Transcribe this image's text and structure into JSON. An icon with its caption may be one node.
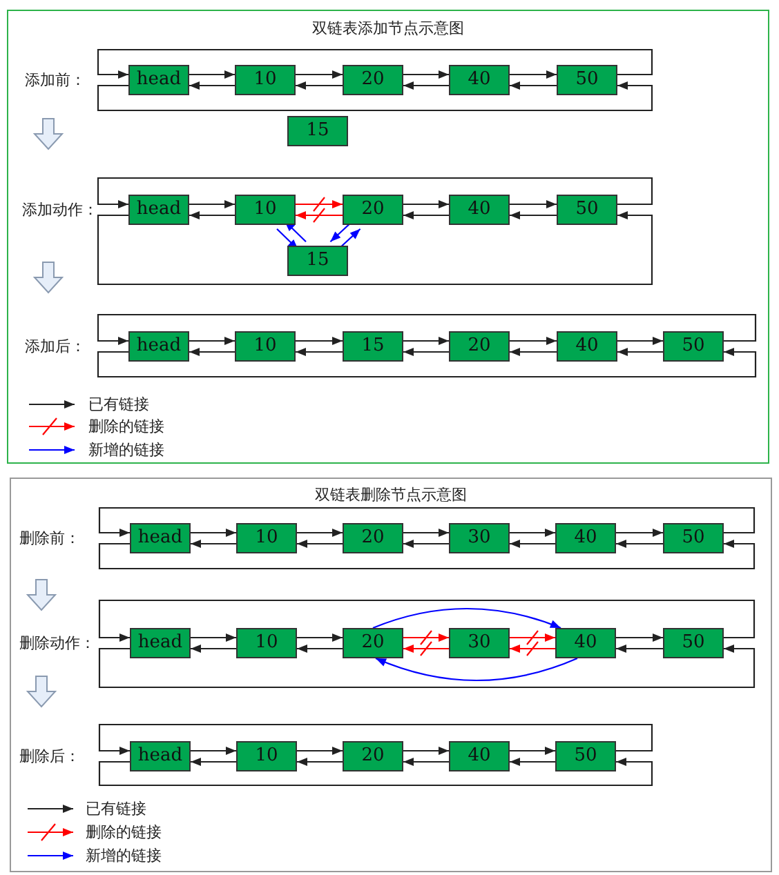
{
  "diagram": {
    "nodes": [
      {
        "text": [
          "双链表添加节点示意图"
        ]
      },
      {
        "text": [
          "head"
        ],
        "in": 0
      },
      {
        "text": [
          "10"
        ],
        "in": 0
      },
      {
        "text": [
          "20"
        ],
        "in": 0
      },
      {
        "text": [
          "40"
        ],
        "in": 0
      },
      {
        "text": [
          "50"
        ],
        "in": 0
      },
      {
        "text": [
          "15"
        ],
        "in": 0
      },
      {
        "text": [
          "head"
        ],
        "in": 0
      },
      {
        "text": [
          "10"
        ],
        "in": 0
      },
      {
        "text": [
          "20"
        ],
        "in": 0
      },
      {
        "text": [
          "40"
        ],
        "in": 0
      },
      {
        "text": [
          "50"
        ],
        "in": 0
      },
      {
        "text": [
          "15"
        ],
        "in": 0
      },
      {
        "text": [
          "head"
        ],
        "in": 0
      },
      {
        "text": [
          "10"
        ],
        "in": 0
      },
      {
        "text": [
          "15"
        ],
        "in": 0
      },
      {
        "text": [
          "20"
        ],
        "in": 0
      },
      {
        "text": [
          "40"
        ],
        "in": 0
      },
      {
        "text": [
          "50"
        ],
        "in": 0
      },
      {
        "text": [
          "双链表删除节点示意图"
        ]
      },
      {
        "text": [
          "head"
        ],
        "in": 19
      },
      {
        "text": [
          "10"
        ],
        "in": 19
      },
      {
        "text": [
          "20"
        ],
        "in": 19
      },
      {
        "text": [
          "30"
        ],
        "in": 19
      },
      {
        "text": [
          "40"
        ],
        "in": 19
      },
      {
        "text": [
          "50"
        ],
        "in": 19
      },
      {
        "text": [
          "head"
        ],
        "in": 19
      },
      {
        "text": [
          "10"
        ],
        "in": 19
      },
      {
        "text": [
          "20"
        ],
        "in": 19
      },
      {
        "text": [
          "30"
        ],
        "in": 19
      },
      {
        "text": [
          "40"
        ],
        "in": 19
      },
      {
        "text": [
          "50"
        ],
        "in": 19
      },
      {
        "text": [
          "head"
        ],
        "in": 19
      },
      {
        "text": [
          "10"
        ],
        "in": 19
      },
      {
        "text": [
          "20"
        ],
        "in": 19
      },
      {
        "text": [
          "40"
        ],
        "in": 19
      },
      {
        "text": [
          "50"
        ],
        "in": 19
      }
    ],
    "edges": [
      {
        "from": 1,
        "to": 2,
        "arrow": "to"
      },
      {
        "from": 2,
        "to": 1,
        "arrow": "to"
      },
      {
        "from": 2,
        "to": 3,
        "arrow": "to"
      },
      {
        "from": 3,
        "to": 2,
        "arrow": "to"
      },
      {
        "from": 3,
        "to": 4,
        "arrow": "to"
      },
      {
        "from": 4,
        "to": 3,
        "arrow": "to"
      },
      {
        "from": 4,
        "to": 5,
        "arrow": "to"
      },
      {
        "from": 5,
        "to": 4,
        "arrow": "to"
      },
      {
        "from": 5,
        "to": 1,
        "arrow": "to"
      },
      {
        "from": 1,
        "to": 5,
        "arrow": "to"
      },
      {
        "from": 7,
        "to": 8,
        "arrow": "to"
      },
      {
        "from": 8,
        "to": 7,
        "arrow": "to"
      },
      {
        "from": 8,
        "to": 9,
        "arrow": "to",
        "color": "#ff0000"
      },
      {
        "from": 9,
        "to": 8,
        "arrow": "to",
        "color": "#ff0000"
      },
      {
        "from": 9,
        "to": 10,
        "arrow": "to"
      },
      {
        "from": 10,
        "to": 9,
        "arrow": "to"
      },
      {
        "from": 10,
        "to": 11,
        "arrow": "to"
      },
      {
        "from": 11,
        "to": 10,
        "arrow": "to"
      },
      {
        "from": 11,
        "to": 7,
        "arrow": "to"
      },
      {
        "from": 7,
        "to": 11,
        "arrow": "to"
      },
      {
        "from": 8,
        "to": 12,
        "arrow": "to",
        "color": "#0000ff"
      },
      {
        "from": 12,
        "to": 8,
        "arrow": "to",
        "color": "#0000ff"
      },
      {
        "from": 9,
        "to": 12,
        "arrow": "to",
        "color": "#0000ff"
      },
      {
        "from": 12,
        "to": 9,
        "arrow": "to",
        "color": "#0000ff"
      },
      {
        "from": 13,
        "to": 14,
        "arrow": "to"
      },
      {
        "from": 14,
        "to": 13,
        "arrow": "to"
      },
      {
        "from": 14,
        "to": 15,
        "arrow": "to"
      },
      {
        "from": 15,
        "to": 14,
        "arrow": "to"
      },
      {
        "from": 15,
        "to": 16,
        "arrow": "to"
      },
      {
        "from": 16,
        "to": 15,
        "arrow": "to"
      },
      {
        "from": 16,
        "to": 17,
        "arrow": "to"
      },
      {
        "from": 17,
        "to": 16,
        "arrow": "to"
      },
      {
        "from": 17,
        "to": 18,
        "arrow": "to"
      },
      {
        "from": 18,
        "to": 17,
        "arrow": "to"
      },
      {
        "from": 18,
        "to": 13,
        "arrow": "to"
      },
      {
        "from": 13,
        "to": 18,
        "arrow": "to"
      },
      {
        "from": 20,
        "to": 21,
        "arrow": "to"
      },
      {
        "from": 21,
        "to": 20,
        "arrow": "to"
      },
      {
        "from": 21,
        "to": 22,
        "arrow": "to"
      },
      {
        "from": 22,
        "to": 21,
        "arrow": "to"
      },
      {
        "from": 22,
        "to": 23,
        "arrow": "to"
      },
      {
        "from": 23,
        "to": 22,
        "arrow": "to"
      },
      {
        "from": 23,
        "to": 24,
        "arrow": "to"
      },
      {
        "from": 24,
        "to": 23,
        "arrow": "to"
      },
      {
        "from": 24,
        "to": 25,
        "arrow": "to"
      },
      {
        "from": 25,
        "to": 24,
        "arrow": "to"
      },
      {
        "from": 25,
        "to": 20,
        "arrow": "to"
      },
      {
        "from": 20,
        "to": 25,
        "arrow": "to"
      },
      {
        "from": 26,
        "to": 27,
        "arrow": "to"
      },
      {
        "from": 27,
        "to": 26,
        "arrow": "to"
      },
      {
        "from": 27,
        "to": 28,
        "arrow": "to"
      },
      {
        "from": 28,
        "to": 27,
        "arrow": "to"
      },
      {
        "from": 28,
        "to": 29,
        "arrow": "to",
        "color": "#ff0000"
      },
      {
        "from": 29,
        "to": 28,
        "arrow": "to",
        "color": "#ff0000"
      },
      {
        "from": 29,
        "to": 30,
        "arrow": "to",
        "color": "#ff0000"
      },
      {
        "from": 30,
        "to": 29,
        "arrow": "to",
        "color": "#ff0000"
      },
      {
        "from": 30,
        "to": 31,
        "arrow": "to"
      },
      {
        "from": 31,
        "to": 30,
        "arrow": "to"
      },
      {
        "from": 31,
        "to": 26,
        "arrow": "to"
      },
      {
        "from": 26,
        "to": 31,
        "arrow": "to"
      },
      {
        "from": 28,
        "to": 30,
        "arrow": "to",
        "color": "#0000ff"
      },
      {
        "from": 30,
        "to": 28,
        "arrow": "to",
        "color": "#0000ff"
      },
      {
        "from": 32,
        "to": 33,
        "arrow": "to"
      },
      {
        "from": 33,
        "to": 32,
        "arrow": "to"
      },
      {
        "from": 33,
        "to": 34,
        "arrow": "to"
      },
      {
        "from": 34,
        "to": 33,
        "arrow": "to"
      },
      {
        "from": 34,
        "to": 35,
        "arrow": "to"
      },
      {
        "from": 35,
        "to": 34,
        "arrow": "to"
      },
      {
        "from": 35,
        "to": 36,
        "arrow": "to"
      },
      {
        "from": 36,
        "to": 35,
        "arrow": "to"
      },
      {
        "from": 36,
        "to": 32,
        "arrow": "to"
      },
      {
        "from": 32,
        "to": 36,
        "arrow": "to"
      }
    ],
    "labels": [
      "添加前：",
      "添加动作：",
      "添加后：",
      "删除前：",
      "删除动作：",
      "删除后："
    ],
    "legend": [
      {
        "text": "已有链接"
      },
      {
        "text": "删除的链接"
      },
      {
        "text": "新增的链接"
      },
      {
        "text": "已有链接"
      },
      {
        "text": "删除的链接"
      },
      {
        "text": "新增的链接"
      }
    ]
  }
}
